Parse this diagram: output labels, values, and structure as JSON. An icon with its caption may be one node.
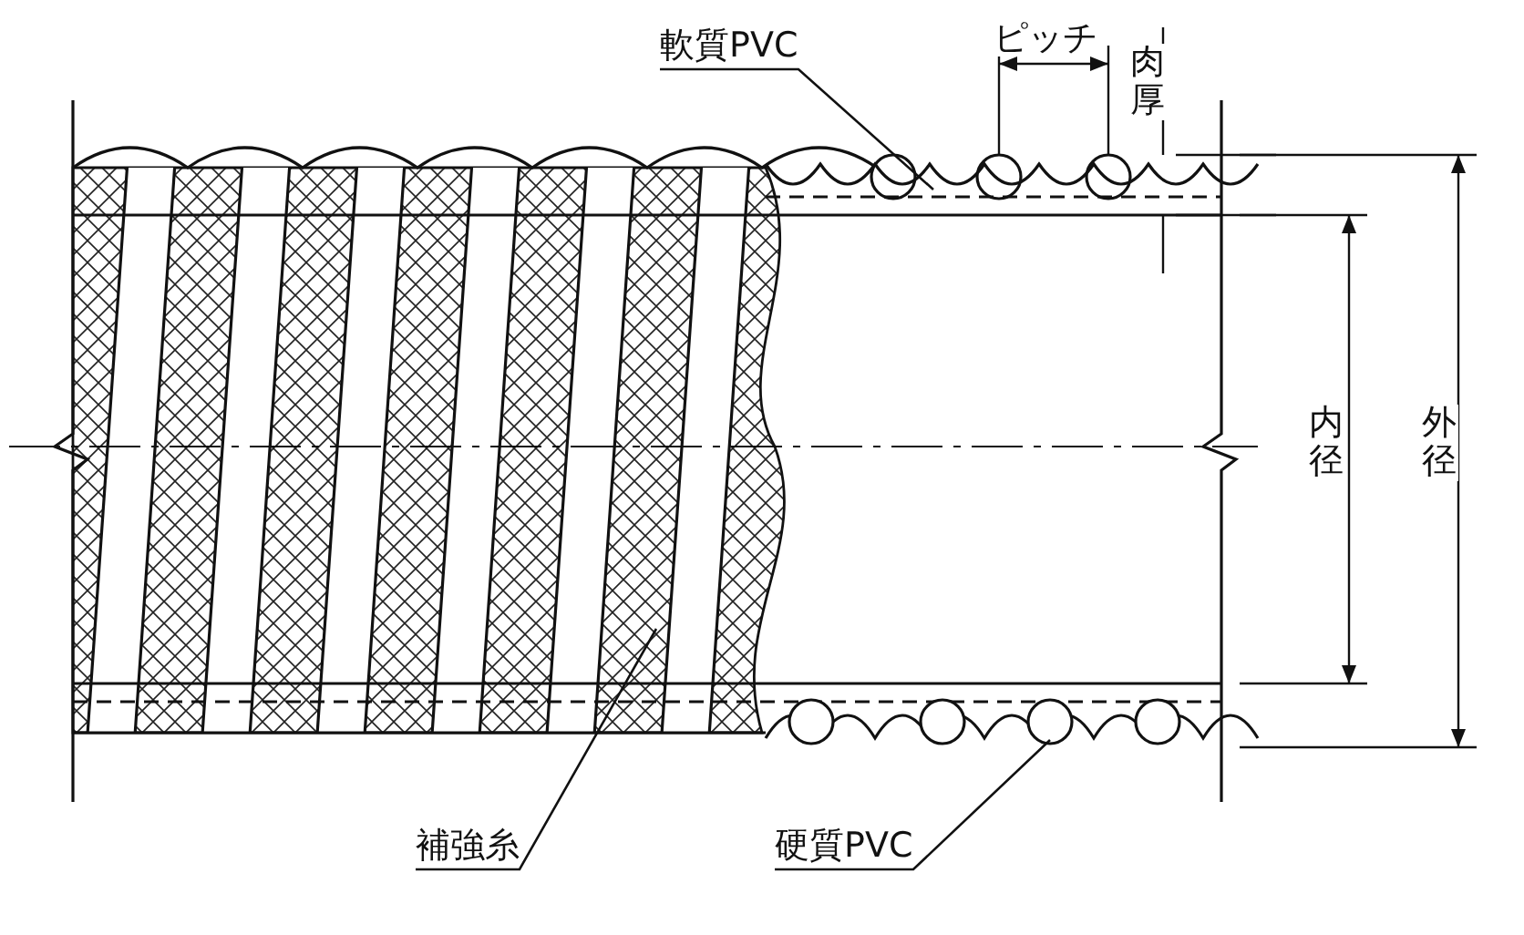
{
  "diagram": {
    "nodes": [
      {
        "text": [
          "軟質PVC"
        ]
      },
      {
        "text": [],
        "shape": "picture"
      },
      {
        "text": [
          "補強糸"
        ]
      },
      {
        "text": [],
        "shape": "picture"
      },
      {
        "text": [
          "硬質PVC"
        ]
      },
      {
        "text": [],
        "shape": "picture"
      }
    ],
    "edges": [
      {
        "from": 0,
        "to": 1,
        "arrow": "none"
      },
      {
        "from": 2,
        "to": 3,
        "arrow": "none"
      },
      {
        "from": 4,
        "to": 5,
        "arrow": "none"
      }
    ],
    "labels": [
      "ピッチ",
      "肉厚",
      "内径",
      "外径"
    ]
  }
}
